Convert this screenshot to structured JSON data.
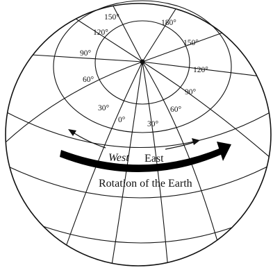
{
  "globe": {
    "longitude_labels": [
      "150°",
      "180°",
      "120°",
      "150°",
      "90°",
      "120°",
      "60°",
      "90°",
      "30°",
      "60°",
      "0°",
      "30°"
    ]
  },
  "direction": {
    "west": "West",
    "east": "East"
  },
  "caption": "Rotation of the Earth"
}
